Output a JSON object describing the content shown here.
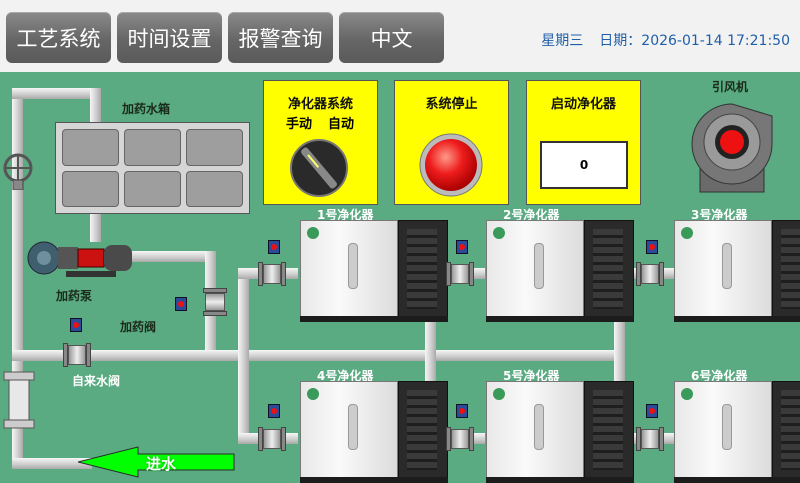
{
  "nav": {
    "tabs": [
      "工艺系统",
      "时间设置",
      "报警查询",
      "中文"
    ]
  },
  "status": {
    "weekday": "星期三",
    "date_label": "日期：",
    "datetime": "2026-01-14 17:21:50"
  },
  "controls": {
    "mode_title": "净化器系统",
    "manual_label": "手动",
    "auto_label": "自动",
    "stop_title": "系统停止",
    "start_title": "启动净化器",
    "start_value": "0"
  },
  "equipment": {
    "fan_label": "引风机",
    "tank_label": "加药水箱",
    "pump_label": "加药泵",
    "dosing_valve_label": "加药阀",
    "tap_valve_label": "自来水阀",
    "inlet_label": "进水"
  },
  "purifiers": [
    "1号净化器",
    "2号净化器",
    "3号净化器",
    "4号净化器",
    "5号净化器",
    "6号净化器"
  ],
  "colors": {
    "background": "#5aaa82",
    "panel": "#ffff00",
    "inlet_arrow": "#00ff00",
    "date_text": "#1f5fa8"
  }
}
